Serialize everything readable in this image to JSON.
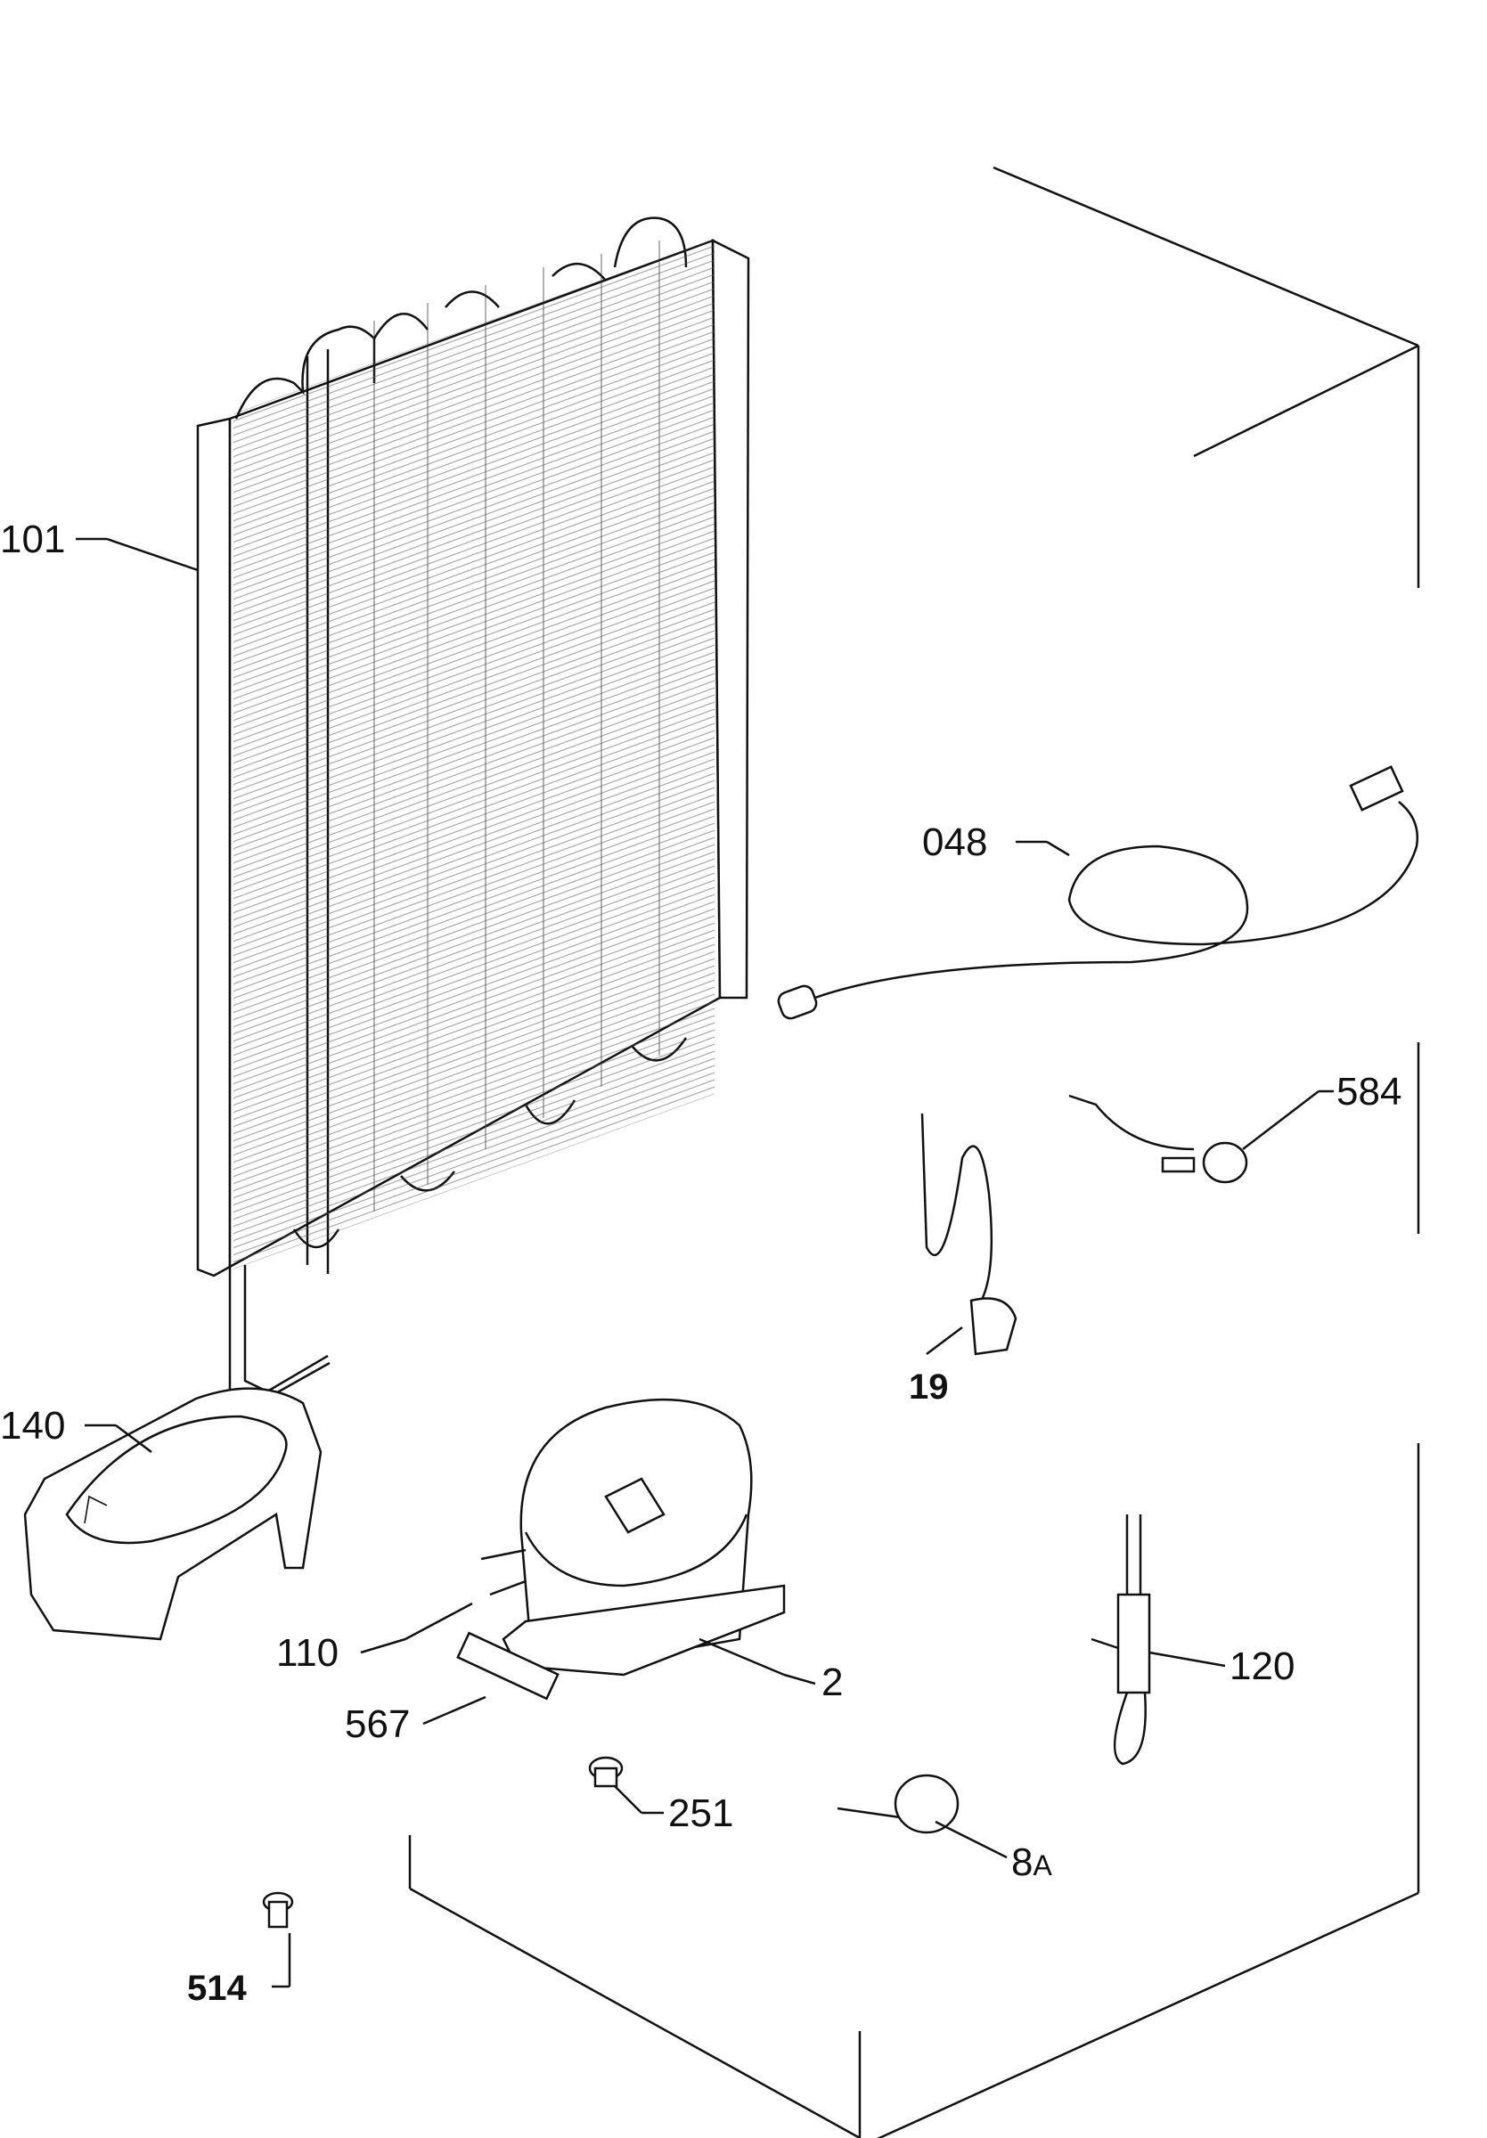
{
  "labels": {
    "condenser": "101",
    "drip_tray": "140",
    "tube": "110",
    "compressor": "2",
    "bracket": "567",
    "grommet": "251",
    "foot": "514",
    "cable": "048",
    "sensor_lead": "584",
    "power_cord": "19",
    "relay": "120",
    "thermo_prefix": "8",
    "thermo_suffix": "A"
  }
}
